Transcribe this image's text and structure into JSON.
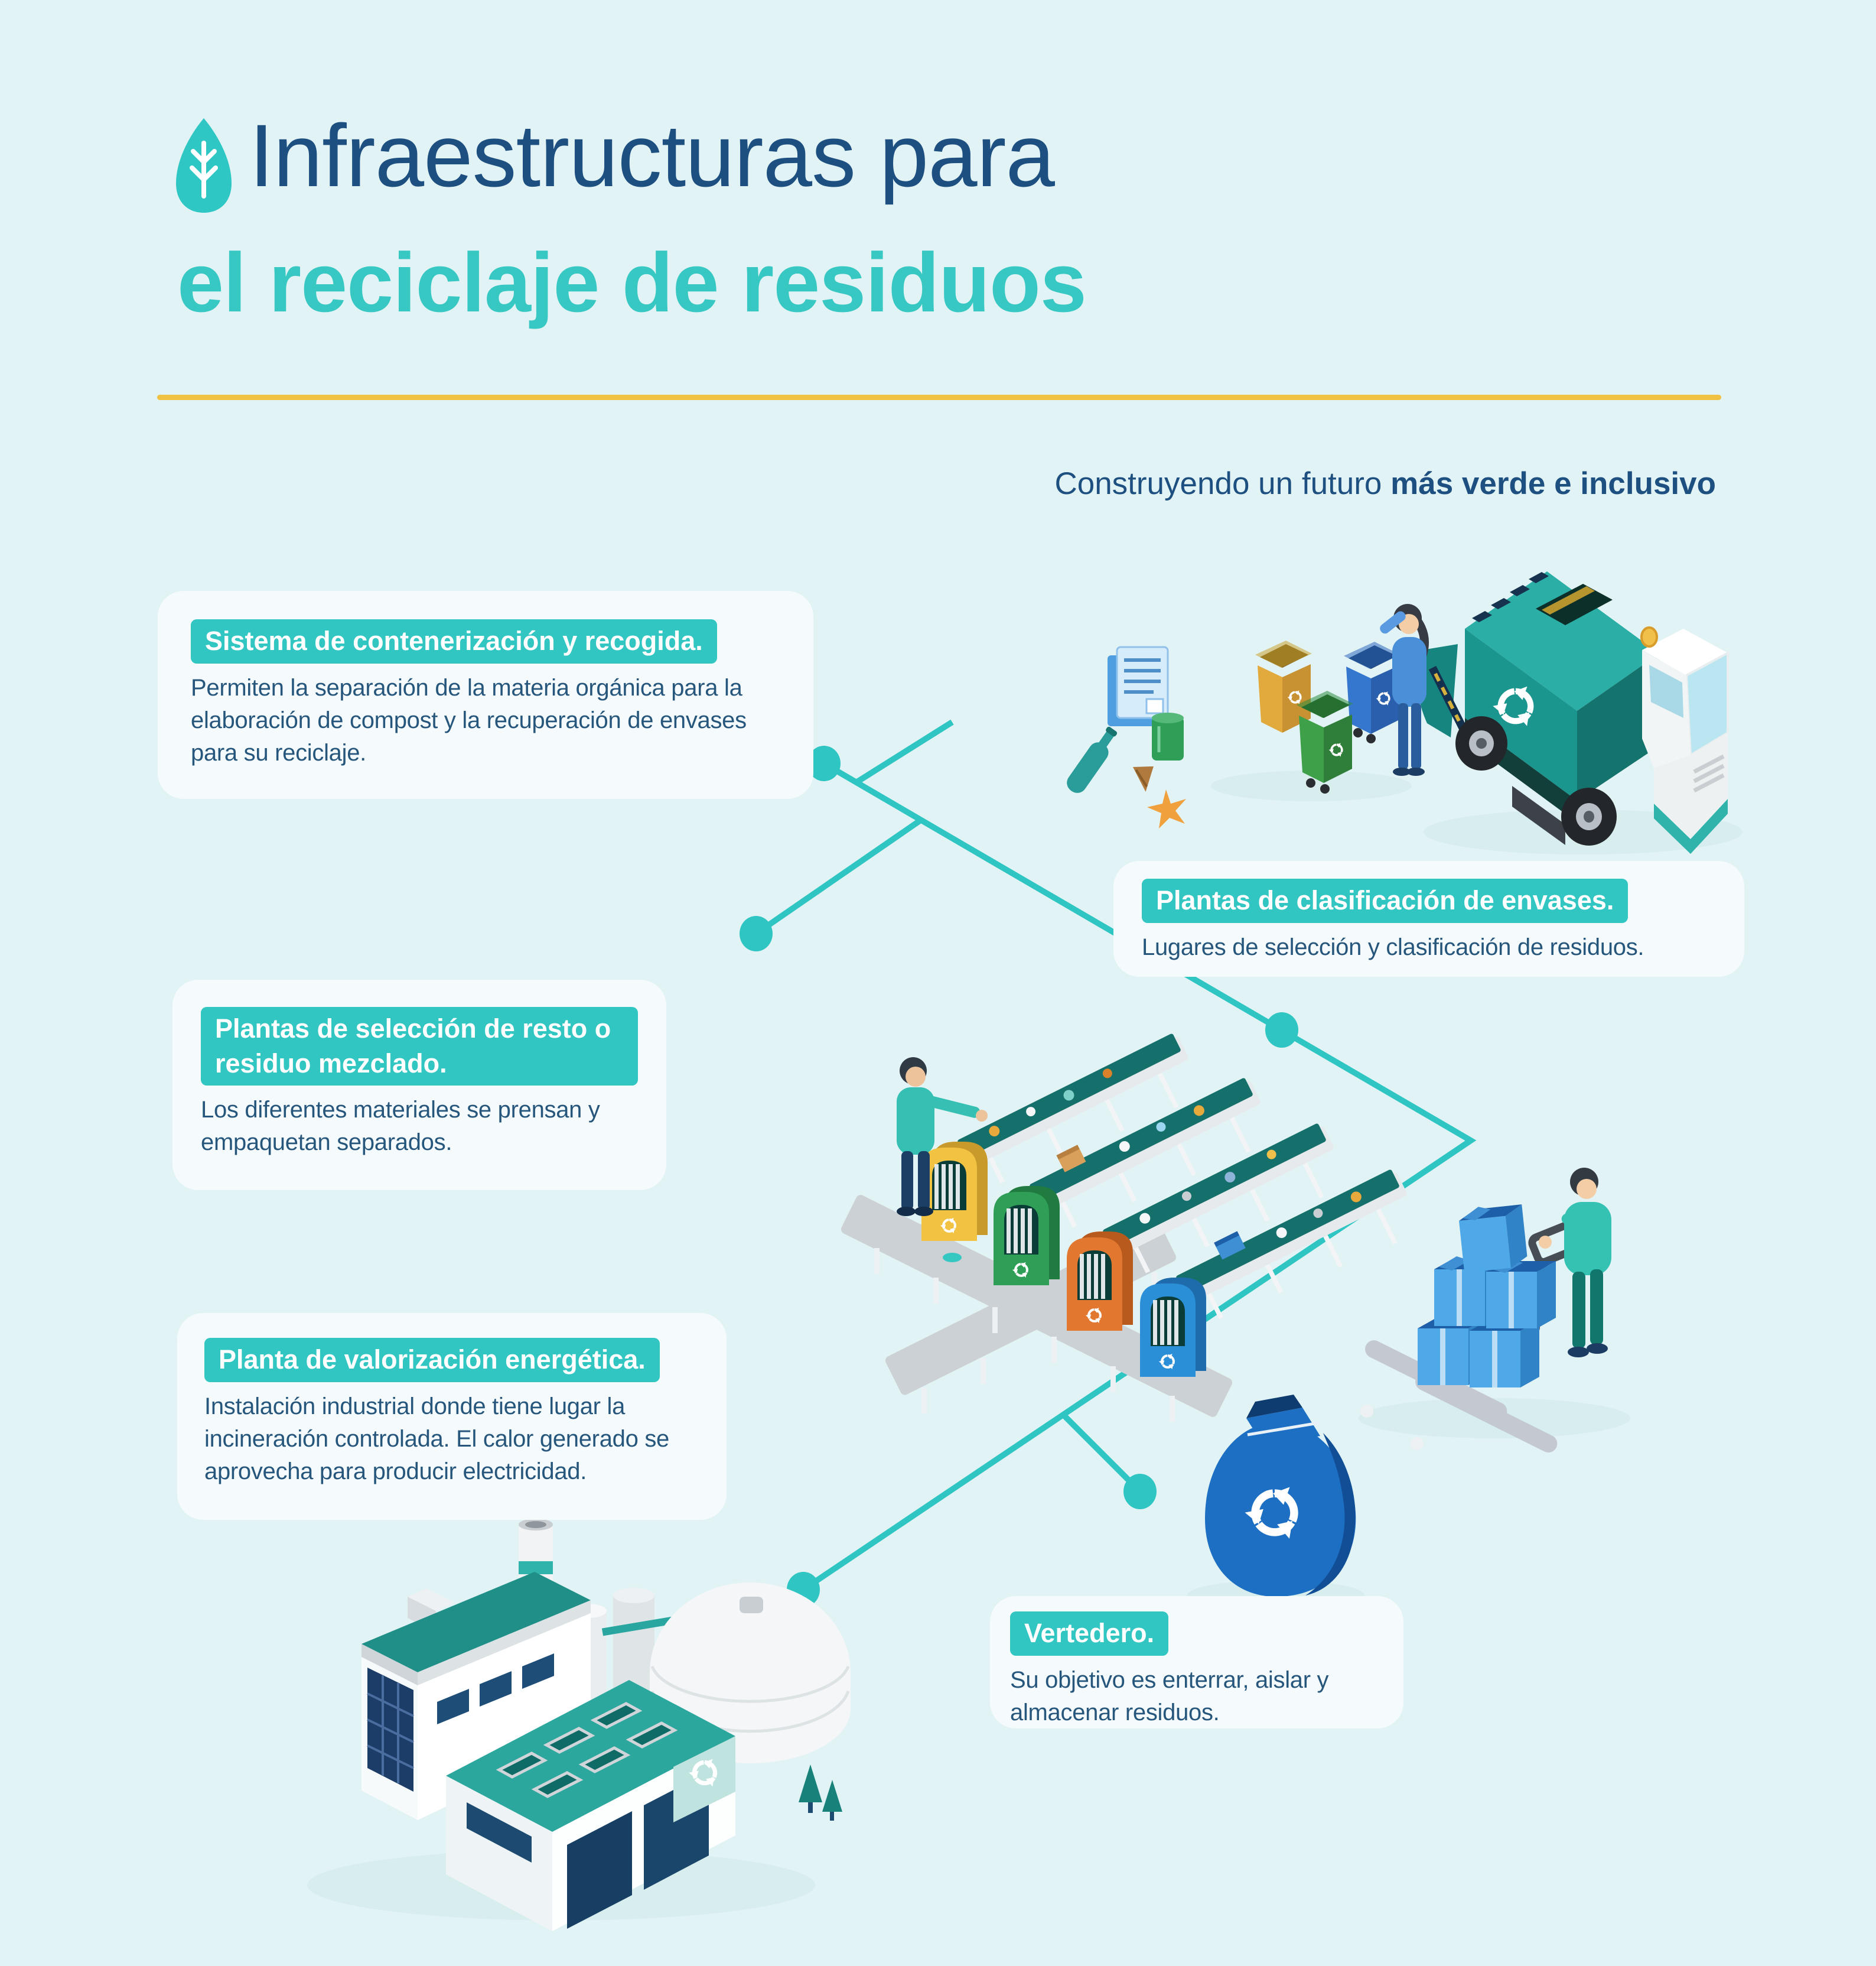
{
  "page": {
    "title": "Infraestructuras para el reciclaje de residuos",
    "background_color": "#e2f3f5",
    "accent_teal": "#31c6c1",
    "navy_text": "#1d4f80",
    "body_text_color": "#26567c",
    "divider_gold": "#f0c143",
    "card_background": "#f5fbfc",
    "connector_color": "#2ec5c2"
  },
  "header": {
    "icon": "leaf-icon",
    "title_line_1": "Infraestructuras para",
    "title_line_2": "el reciclaje de residuos",
    "tagline_prefix": "Construyendo un futuro",
    "tagline_bold": "más verde e inclusivo"
  },
  "cards": [
    {
      "title": "Sistema de contenerización y recogida.",
      "body": "Permiten la separación de la materia orgánica para la elaboración de compost y la recuperación de envases para su reciclaje."
    },
    {
      "title": "Plantas de clasificación de envases.",
      "body": "Lugares de selección y clasificación de residuos."
    },
    {
      "title": "Plantas de selección de resto o residuo mezclado.",
      "body": "Los diferentes materiales se prensan y empaquetan separados."
    },
    {
      "title": "Planta de valorización energética.",
      "body": "Instalación industrial donde tiene lugar la incineración controlada. El calor generado se aprovecha para producir electricidad."
    },
    {
      "title": "Vertedero.",
      "body": "Su objetivo es enterrar, aislar y almacenar residuos."
    }
  ],
  "illustrations": [
    {
      "name": "waste-collection-scene",
      "elements": [
        "recycling-truck",
        "waste-bins",
        "resident",
        "loose-waste-items"
      ]
    },
    {
      "name": "sorting-conveyor-scene",
      "elements": [
        "worker",
        "conveyor-belts",
        "sorting-arches"
      ]
    },
    {
      "name": "pallet-jack-scene",
      "elements": [
        "worker",
        "pallet-jack",
        "baled-boxes"
      ]
    },
    {
      "name": "recycling-bag",
      "elements": [
        "blue-bag",
        "recycle-symbol"
      ]
    },
    {
      "name": "energy-plant-scene",
      "elements": [
        "factory-building",
        "chimney",
        "storage-tanks",
        "trees"
      ]
    }
  ]
}
